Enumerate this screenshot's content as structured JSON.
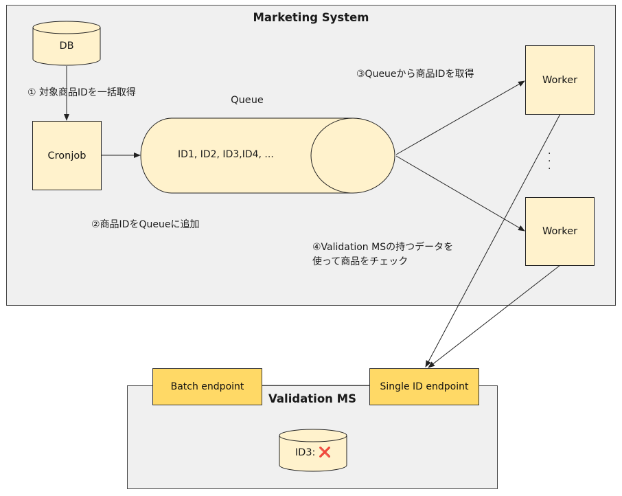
{
  "marketing": {
    "title": "Marketing System",
    "db_label": "DB",
    "cronjob_label": "Cronjob",
    "queue_title": "Queue",
    "queue_content": "ID1, ID2, ID3,ID4, ...",
    "workers": [
      "Worker",
      "Worker"
    ],
    "ellipsis": ".\n.\n.",
    "steps": {
      "step1": "① 対象商品IDを一括取得",
      "step2": "②商品IDをQueueに追加",
      "step3": "③Queueから商品IDを取得",
      "step4_line1": "④Validation MSの持つデータを",
      "step4_line2": "使って商品をチェック"
    }
  },
  "validation": {
    "title": "Validation MS",
    "batch_endpoint": "Batch endpoint",
    "single_endpoint": "Single ID endpoint",
    "store_label": "ID3: ",
    "store_mark": "❌"
  },
  "colors": {
    "panel_bg": "#f0f0f0",
    "box_fill": "#fff2cc",
    "endpoint_fill": "#ffd966",
    "cross": "#e0312b"
  }
}
